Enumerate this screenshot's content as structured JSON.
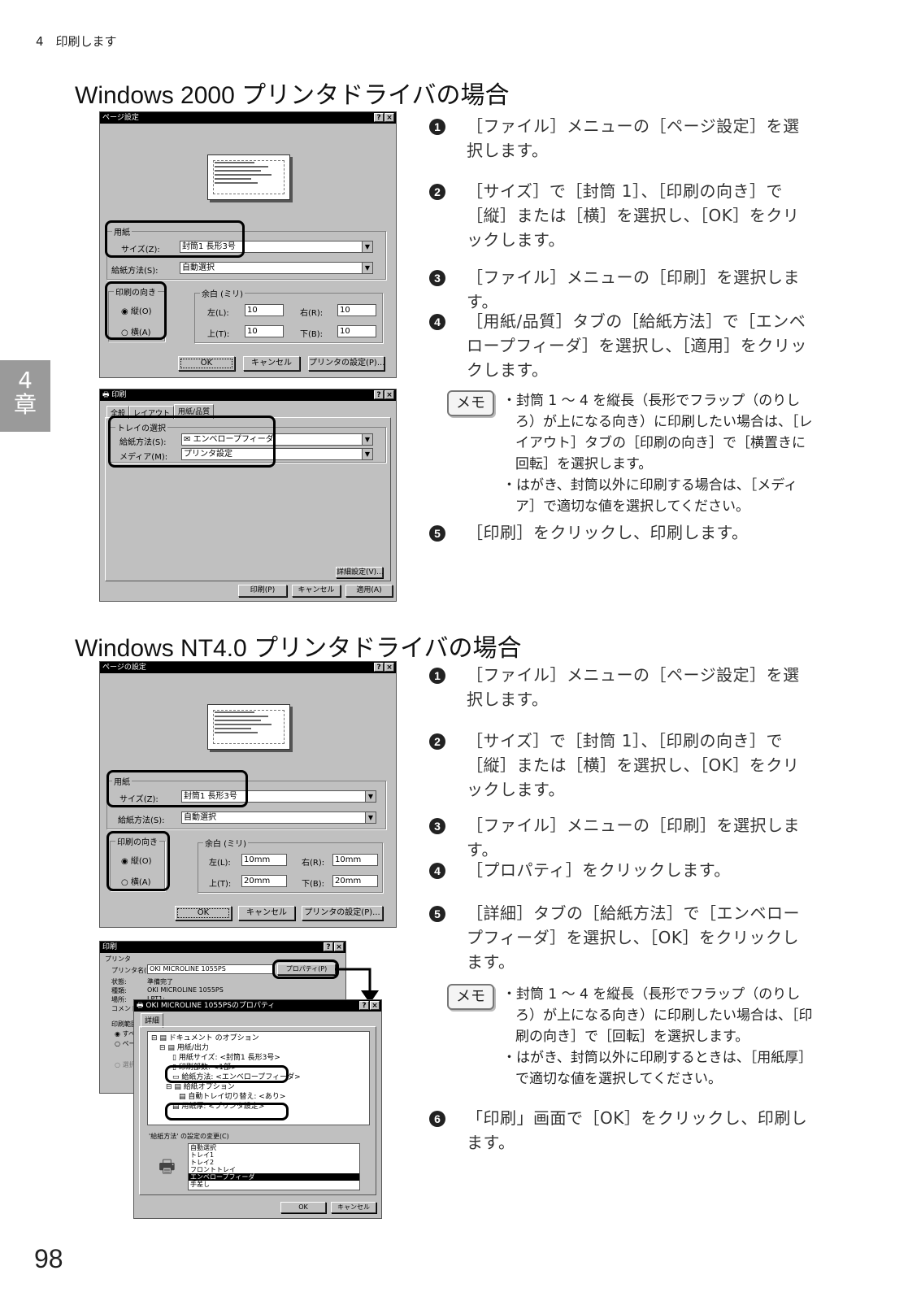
{
  "header": {
    "running_head": "4　印刷します"
  },
  "chapter_tab": {
    "number": "4",
    "kanji": "章"
  },
  "footer": {
    "page_number": "98"
  },
  "section1": {
    "title": "Windows 2000 プリンタドライバの場合",
    "page_setup": {
      "title": "ページ設定",
      "help": "?",
      "close": "×",
      "paper_group": "用紙",
      "size_label": "サイズ(Z):",
      "size_value": "封筒1 長形3号",
      "source_label": "給紙方法(S):",
      "source_value": "自動選択",
      "orient_group": "印刷の向き",
      "portrait": "縦(O)",
      "landscape": "横(A)",
      "margin_group": "余白 (ミリ)",
      "left_label": "左(L):",
      "left_value": "10",
      "right_label": "右(R):",
      "right_value": "10",
      "top_label": "上(T):",
      "top_value": "10",
      "bottom_label": "下(B):",
      "bottom_value": "10",
      "ok": "OK",
      "cancel": "キャンセル",
      "printer_setup": "プリンタの設定(P)..."
    },
    "print_dialog": {
      "title": "印刷",
      "help": "?",
      "close": "×",
      "tabs": [
        "全般",
        "レイアウト",
        "用紙/品質"
      ],
      "tray_group": "トレイの選択",
      "source_label": "給紙方法(S):",
      "source_value": "エンベロープフィーダ",
      "media_label": "メディア(M):",
      "media_value": "プリンタ設定",
      "advanced": "詳細設定(V)...",
      "print": "印刷(P)",
      "cancel": "キャンセル",
      "apply": "適用(A)"
    },
    "steps": [
      {
        "num": "1",
        "text": "［ファイル］メニューの［ページ設定］を選択します。"
      },
      {
        "num": "2",
        "text": "［サイズ］で［封筒 1］、［印刷の向き］で［縦］または［横］を選択し、［OK］をクリックします。"
      },
      {
        "num": "3",
        "text": "［ファイル］メニューの［印刷］を選択します。"
      },
      {
        "num": "4",
        "text": "［用紙/品質］タブの［給紙方法］で［エンベロープフィーダ］を選択し、［適用］をクリックします。"
      },
      {
        "num": "5",
        "text": "［印刷］をクリックし、印刷します。"
      }
    ],
    "memo": {
      "label": "メモ",
      "items": [
        "・封筒 1 〜 4 を縦長（長形でフラップ（のりしろ）が上になる向き）に印刷したい場合は、［レイアウト］タブの［印刷の向き］で［横置きに回転］を選択します。",
        "・はがき、封筒以外に印刷する場合は、［メディア］で適切な値を選択してください。"
      ]
    }
  },
  "section2": {
    "title": "Windows NT4.0 プリンタドライバの場合",
    "page_setup": {
      "title": "ページの設定",
      "help": "?",
      "close": "×",
      "paper_group": "用紙",
      "size_label": "サイズ(Z):",
      "size_value": "封筒1 長形3号",
      "source_label": "給紙方法(S):",
      "source_value": "自動選択",
      "orient_group": "印刷の向き",
      "portrait": "縦(O)",
      "landscape": "横(A)",
      "margin_group": "余白 (ミリ)",
      "left_label": "左(L):",
      "left_value": "10mm",
      "right_label": "右(R):",
      "right_value": "10mm",
      "top_label": "上(T):",
      "top_value": "20mm",
      "bottom_label": "下(B):",
      "bottom_value": "20mm",
      "ok": "OK",
      "cancel": "キャンセル",
      "printer_setup": "プリンタの設定(P)..."
    },
    "print_dialog": {
      "title": "印刷",
      "help": "?",
      "close": "×",
      "printer_group": "プリンタ",
      "name_label": "プリンタ名(N):",
      "name_value": "OKI MICROLINE 1055PS",
      "properties": "プロパティ(P)",
      "status_label": "状態:",
      "status_value": "準備完了",
      "type_label": "種類:",
      "type_value": "OKI MICROLINE 1055PS",
      "where_label": "場所:",
      "where_value": "LPT1:",
      "comment_label": "コメント:",
      "range_label": "印刷範囲",
      "range_all": "すべ",
      "range_pages": "ペー",
      "range_sel": "選択"
    },
    "properties_dialog": {
      "title": "OKI MICROLINE 1055PSのプロパティ",
      "help": "?",
      "close": "×",
      "tab": "詳細",
      "tree": [
        "ドキュメント のオプション",
        "用紙/出力",
        "用紙サイズ: <封筒1 長形3号>",
        "印刷部数: <1部>",
        "給紙方法: <エンベロープフィーダ>",
        "給紙オプション",
        "自動トレイ切り替え: <あり>",
        "用紙厚: <プリンタ設定>"
      ],
      "change_label": "'給紙方法' の設定の変更(C)",
      "options": [
        "自動選択",
        "トレイ1",
        "トレイ2",
        "フロントトレイ",
        "エンベロープフィーダ",
        "手差し"
      ],
      "ok": "OK",
      "cancel": "キャンセル"
    },
    "steps": [
      {
        "num": "1",
        "text": "［ファイル］メニューの［ページ設定］を選択します。"
      },
      {
        "num": "2",
        "text": "［サイズ］で［封筒 1］、［印刷の向き］で［縦］または［横］を選択し、［OK］をクリックします。"
      },
      {
        "num": "3",
        "text": "［ファイル］メニューの［印刷］を選択します。"
      },
      {
        "num": "4",
        "text": "［プロパティ］をクリックします。"
      },
      {
        "num": "5",
        "text": "［詳細］タブの［給紙方法］で［エンベロープフィーダ］を選択し、［OK］をクリックします。"
      },
      {
        "num": "6",
        "text": "「印刷」画面で［OK］をクリックし、印刷します。"
      }
    ],
    "memo": {
      "label": "メモ",
      "items": [
        "・封筒 1 〜 4 を縦長（長形でフラップ（のりしろ）が上になる向き）に印刷したい場合は、［印刷の向き］で［回転］を選択します。",
        "・はがき、封筒以外に印刷するときは、［用紙厚］で適切な値を選択してください。"
      ]
    }
  }
}
